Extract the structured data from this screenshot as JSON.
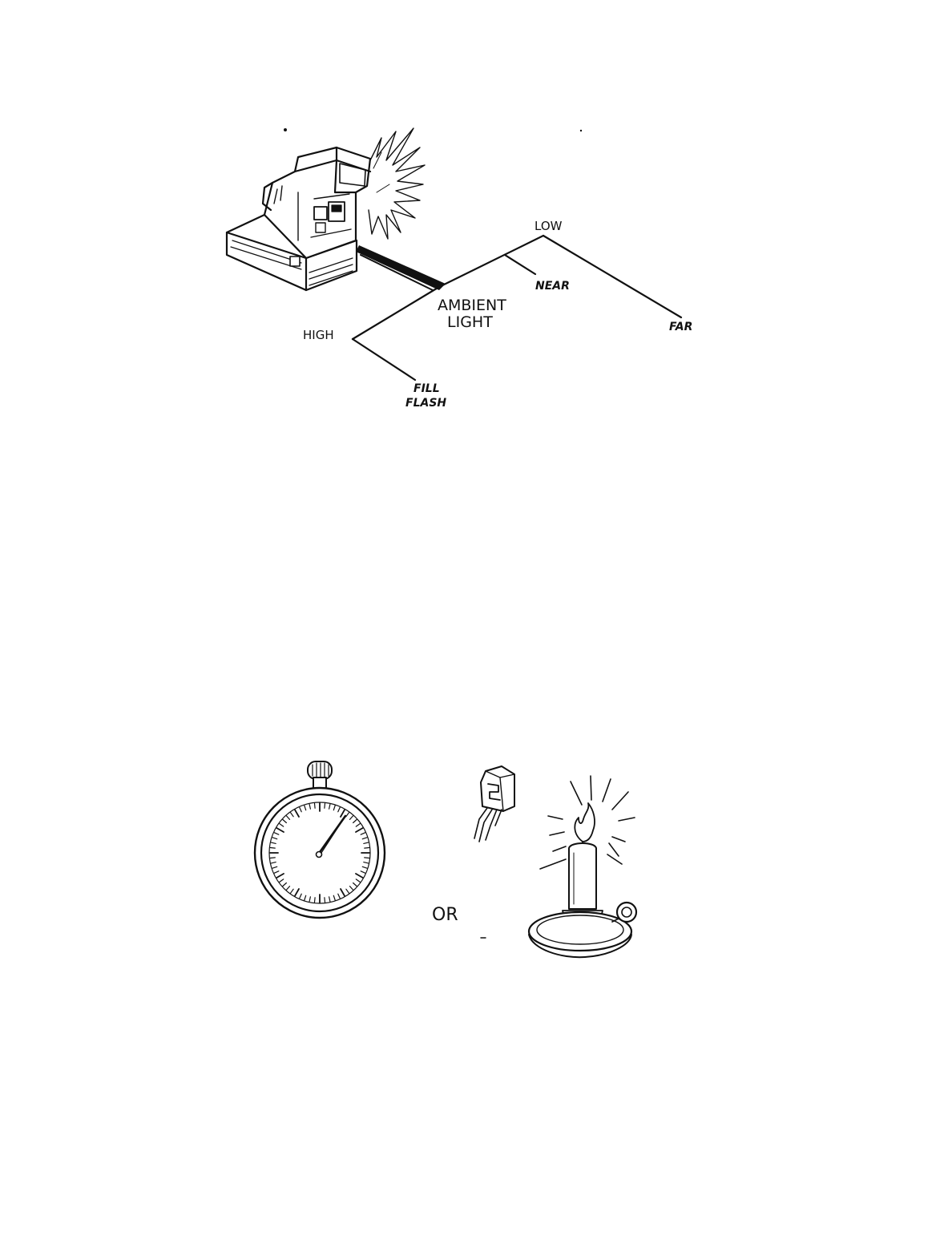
{
  "figure_top": {
    "labels": {
      "low": "LOW",
      "near": "NEAR",
      "far": "FAR",
      "high": "HIGH",
      "ambient_line1": "AMBIENT",
      "ambient_line2": "LIGHT",
      "fill_line1": "FILL",
      "fill_line2": "FLASH"
    }
  },
  "figure_bottom": {
    "or_label": "OR"
  },
  "colors": {
    "ink": "#111111",
    "paper": "#ffffff"
  }
}
